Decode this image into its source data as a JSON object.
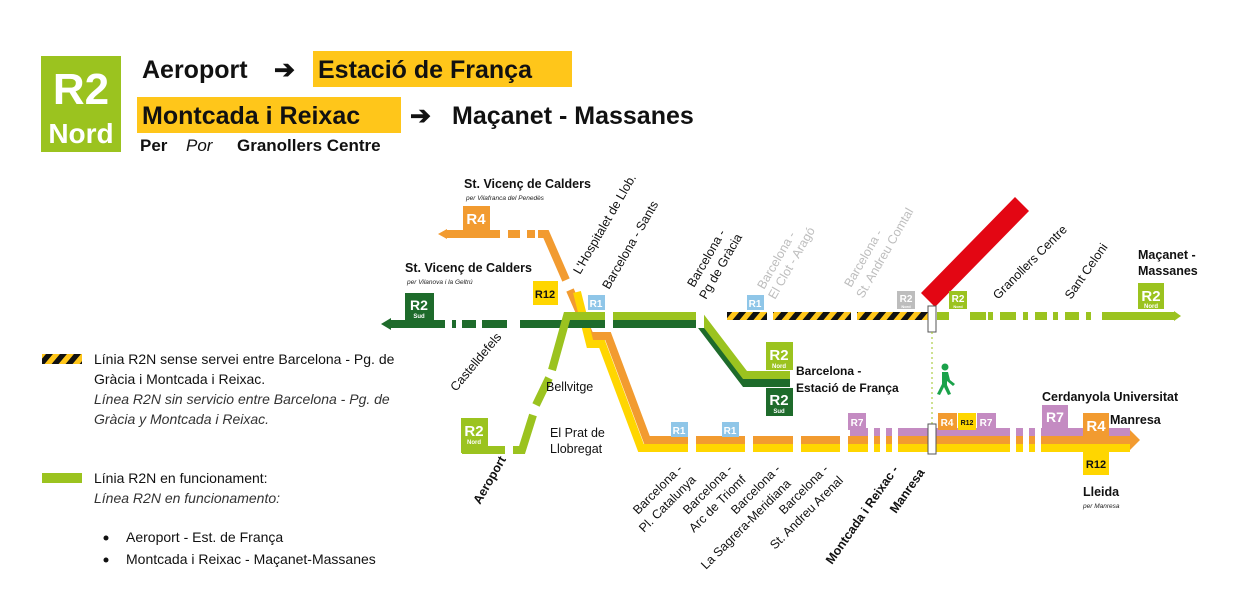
{
  "header": {
    "line_badge": {
      "code": "R2",
      "sub": "Nord"
    },
    "row1": {
      "from": "Aeroport",
      "to": "Estació de França"
    },
    "row2": {
      "from": "Montcada i Reixac",
      "to": "Maçanet - Massanes"
    },
    "via": {
      "per": "Per",
      "por": "Por",
      "station": "Granollers Centre"
    }
  },
  "colors": {
    "r2nord": "#9bc31f",
    "r2sud": "#1e6b2b",
    "r4": "#f29b30",
    "r12": "#ffd600",
    "r7": "#c48bc2",
    "r1": "#8fc6e8",
    "cut": "#e30613",
    "highlight": "#ffc61a"
  },
  "badges": {
    "r1": "R1",
    "r2": "R2",
    "r4": "R4",
    "r7": "R7",
    "r12": "R12",
    "nord": "Nord",
    "sud": "Sud"
  },
  "destinations": {
    "svc_r4": {
      "name": "St. Vicenç de Calders",
      "via": "per Vilafranca del Penedès"
    },
    "svc_r2": {
      "name": "St. Vicenç de Calders",
      "via": "per Vilanova i la Geltrú"
    },
    "macanet": {
      "line1": "Maçanet -",
      "line2": "Massanes"
    },
    "cerdanyola": "Cerdanyola Universitat",
    "manresa": "Manresa",
    "lleida": {
      "name": "Lleida",
      "via": "per Manresa"
    },
    "franca": {
      "line1": "Barcelona -",
      "line2": "Estació de França"
    }
  },
  "stations": {
    "hospitalet": "L'Hospitalet de Llob.",
    "sants": "Barcelona - Sants",
    "pgracia": {
      "line1": "Barcelona -",
      "line2": "Pg de Gràcia"
    },
    "clot": {
      "line1": "Barcelona -",
      "line2": "El Clot - Aragó"
    },
    "standreu_comtal": {
      "line1": "Barcelona -",
      "line2": "St. Andreu Comtal"
    },
    "granollers": "Granollers Centre",
    "santceloni": "Sant Celoni",
    "castelldefels": "Castelldefels",
    "bellvitge": "Bellvitge",
    "elprat": {
      "line1": "El Prat de",
      "line2": "Llobregat"
    },
    "aeroport": "Aeroport",
    "catalunya": {
      "line1": "Barcelona -",
      "line2": "Pl. Catalunya"
    },
    "arc": {
      "line1": "Barcelona -",
      "line2": "Arc de Triomf"
    },
    "sagrera": {
      "line1": "Barcelona -",
      "line2": "La Sagrera-Meridiana"
    },
    "arenal": {
      "line1": "Barcelona -",
      "line2": "St. Andreu Arenal"
    },
    "montcada": {
      "line1": "Montcada i Reixac -",
      "line2": "Manresa"
    }
  },
  "legend": {
    "no_service": {
      "ca": "Línia R2N sense servei entre Barcelona - Pg. de Gràcia i Montcada i Reixac.",
      "es": "Línea R2N sin servicio entre Barcelona - Pg. de Gràcia y Montcada i Reixac."
    },
    "in_service": {
      "ca": "Línia R2N en funcionament:",
      "es": "Línea R2N en funcionamento:"
    },
    "segments": [
      "Aeroport - Est. de França",
      "Montcada i Reixac - Maçanet-Massanes"
    ]
  }
}
